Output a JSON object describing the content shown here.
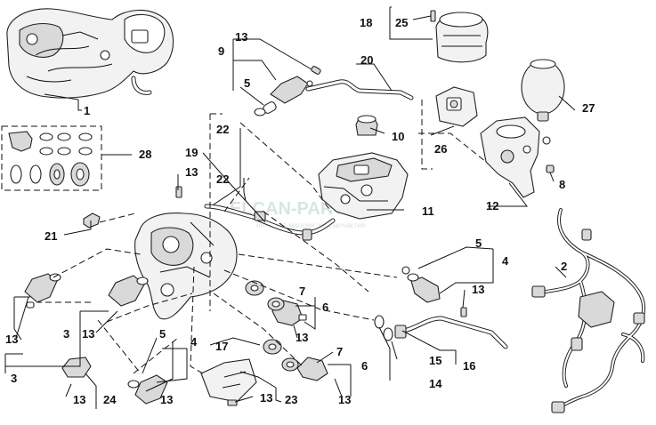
{
  "watermark": {
    "main": "ELCAN-PARTS.RU",
    "sub": "интернет-магазин автозапчастей"
  },
  "callouts": [
    "1",
    "2",
    "3",
    "3",
    "4",
    "4",
    "5",
    "5",
    "5",
    "6",
    "6",
    "7",
    "7",
    "8",
    "9",
    "10",
    "11",
    "12",
    "13",
    "13",
    "13",
    "13",
    "13",
    "13",
    "13",
    "13",
    "13",
    "13",
    "14",
    "15",
    "16",
    "17",
    "18",
    "19",
    "20",
    "21",
    "22",
    "22",
    "23",
    "24",
    "25",
    "26",
    "27",
    "28"
  ]
}
